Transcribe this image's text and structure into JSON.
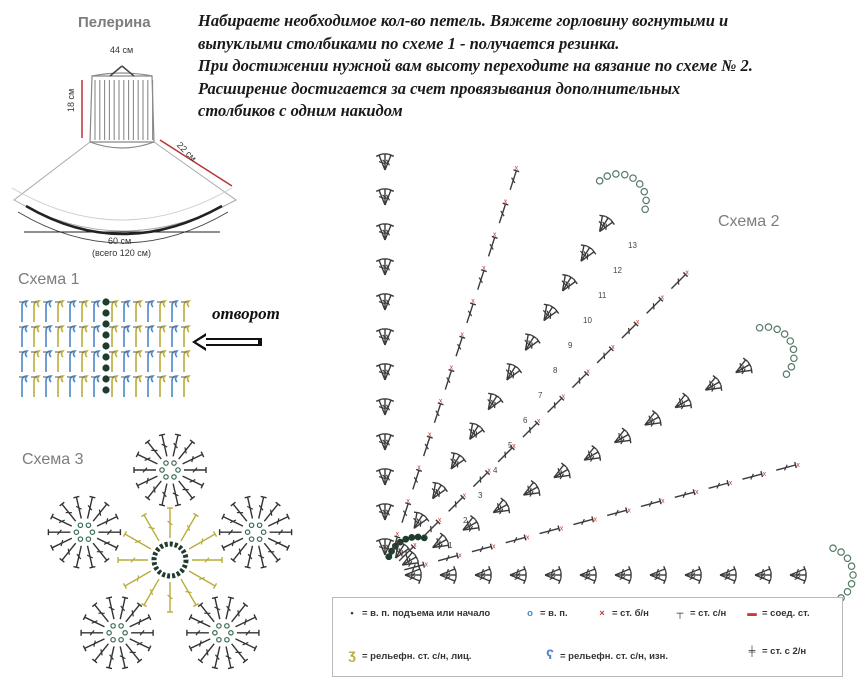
{
  "instructions": [
    "Набираете необходимое кол-во петель. Вяжете горловину вогнутыми и",
    "выпуклыми столбиками по схеме 1 - получается резинка.",
    "При достижении нужной вам высоту переходите на вязание по схеме № 2.",
    "Расширение достигается за счет провязывания дополнительных",
    "столбиков с одним накидом"
  ],
  "garment": {
    "title": "Пелерина",
    "neck": "44 см",
    "height": "18 см",
    "slant": "22 см",
    "hem": "60 см",
    "hem_total": "(всего 120 см)"
  },
  "scheme1": {
    "title": "Схема 1",
    "arrow_label": "отворот"
  },
  "scheme2": {
    "title": "Схема 2",
    "row_numbers": [
      "1",
      "2",
      "3",
      "4",
      "5",
      "6",
      "7",
      "8",
      "9",
      "10",
      "11",
      "12",
      "13"
    ]
  },
  "scheme3": {
    "title": "Схема 3"
  },
  "legend": [
    {
      "symbol": "•",
      "text": "= в. п. подъема или начало"
    },
    {
      "symbol": "o",
      "text": "= в. п."
    },
    {
      "symbol": "×",
      "text": "= ст. б/н"
    },
    {
      "symbol": "┬",
      "text": "= ст. с/н"
    },
    {
      "symbol": "▬",
      "text": "= соед. ст."
    },
    {
      "symbol": "ʒ",
      "text": "= рельефн. ст. с/н, лиц."
    },
    {
      "symbol": "ʕ",
      "text": "= рельефн. ст. с/н, изн."
    },
    {
      "symbol": "╪",
      "text": "= ст. с 2/н"
    }
  ],
  "colors": {
    "sky": "#4a86c8",
    "olive": "#b9ad3a",
    "dark": "#2c4a3a",
    "red": "#c43a3a",
    "grey": "#6e6e6e"
  }
}
